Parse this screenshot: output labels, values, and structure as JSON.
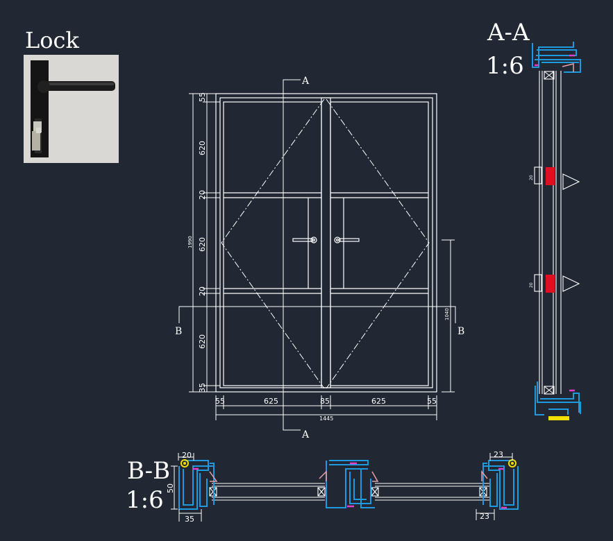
{
  "titles": {
    "lock": "Lock",
    "section_aa": "A-A",
    "scale_aa": "1:6",
    "section_bb": "B-B",
    "scale_bb": "1:6"
  },
  "elevation": {
    "cut_a_top": "A",
    "cut_a_bottom": "A",
    "cut_b_left": "B",
    "cut_b_right": "B",
    "dims_bottom": [
      "55",
      "625",
      "85",
      "625",
      "55"
    ],
    "dim_total_width": "1445",
    "dims_left": [
      "55",
      "620",
      "20",
      "620",
      "20",
      "620",
      "35"
    ],
    "dim_total_height": "1990",
    "dim_handle_height": "1040"
  },
  "section_aa": {
    "dims": [
      "20",
      "20"
    ]
  },
  "section_bb": {
    "dims": [
      "20",
      "50",
      "35",
      "23",
      "23"
    ]
  },
  "colors": {
    "background": "#222833",
    "lines": "#ffffff",
    "profile": "#1e9be0",
    "seal": "#e040c8",
    "gasket": "#e8a0a8",
    "hinge": "#e01020",
    "bolt": "#f0e000"
  }
}
